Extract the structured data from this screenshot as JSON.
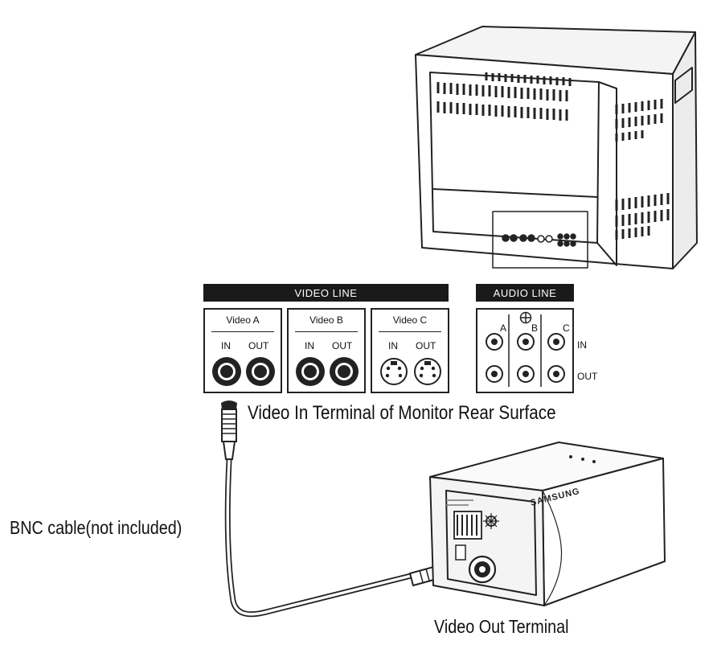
{
  "video_line": {
    "header": "VIDEO LINE",
    "panels": [
      {
        "name": "Video A",
        "in_label": "IN",
        "out_label": "OUT",
        "connector": "bnc"
      },
      {
        "name": "Video B",
        "in_label": "IN",
        "out_label": "OUT",
        "connector": "bnc"
      },
      {
        "name": "Video C",
        "in_label": "IN",
        "out_label": "OUT",
        "connector": "s-video"
      }
    ]
  },
  "audio_line": {
    "header": "AUDIO LINE",
    "channels": [
      "A",
      "B",
      "C"
    ],
    "row_labels": {
      "in": "IN",
      "out": "OUT"
    }
  },
  "captions": {
    "monitor_terminal": "Video In Terminal of Monitor Rear Surface",
    "cable": "BNC cable(not included)",
    "camera_terminal": "Video Out Terminal"
  },
  "camera": {
    "brand": "SAMSUNG"
  },
  "icons": [
    "monitor-icon",
    "camera-icon",
    "bnc-plug-icon",
    "bnc-jack-icon",
    "svideo-jack-icon",
    "rca-jack-icon",
    "ground-icon"
  ]
}
